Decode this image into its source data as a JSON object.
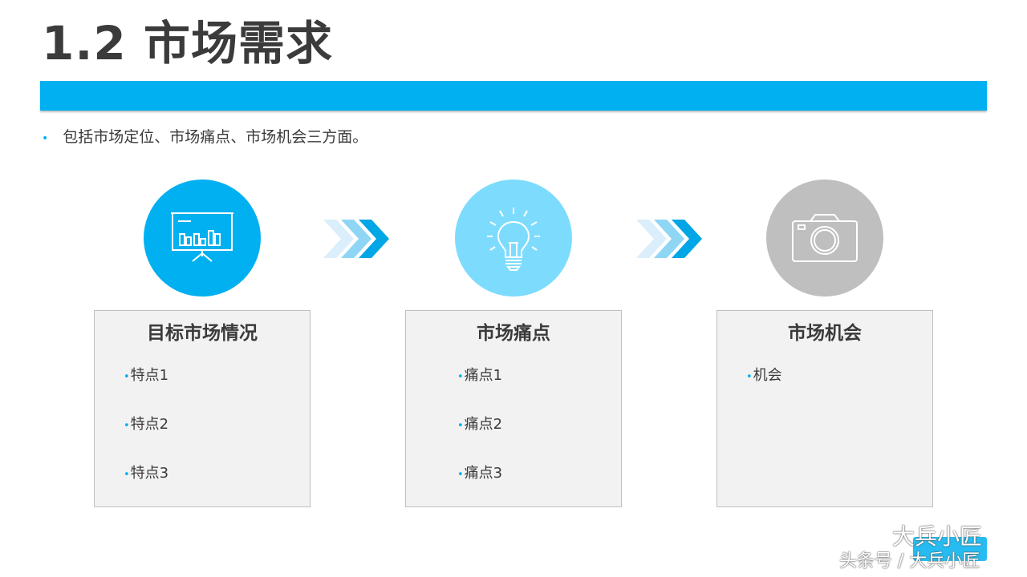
{
  "slide": {
    "title": "1.2 市场需求",
    "intro": "包括市场定位、市场痛点、市场机会三方面。",
    "bullet": "•",
    "accent": "#00b0f0"
  },
  "steps": [
    {
      "icon": "presentation-chart-icon",
      "color": "#00b0f0",
      "title": "目标市场情况",
      "items": [
        "•特点1",
        "•特点2",
        "•特点3"
      ]
    },
    {
      "icon": "lightbulb-icon",
      "color": "#7ddcfd",
      "title": "市场痛点",
      "items": [
        "•痛点1",
        "•痛点2",
        "•痛点3"
      ]
    },
    {
      "icon": "camera-icon",
      "color": "#bfbfbf",
      "title": "市场机会",
      "items": [
        "•机会"
      ]
    }
  ],
  "watermark": {
    "line1": "大兵小匠",
    "line2": "头条号 / 大兵小匠"
  }
}
